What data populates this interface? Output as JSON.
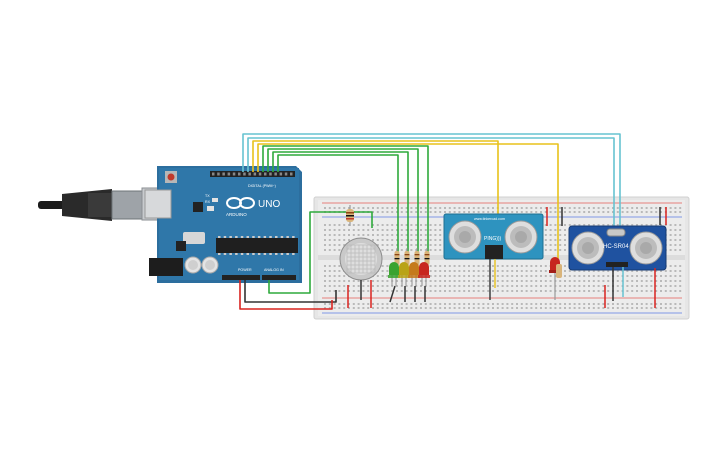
{
  "arduino": {
    "brand": "ARDUINO",
    "model": "UNO",
    "digital_label": "DIGITAL (PWM~)",
    "power_label": "POWER",
    "analog_label": "ANALOG IN",
    "tx": "TX",
    "rx": "RX"
  },
  "sensors": {
    "ping_top": "www.tinkercad.com",
    "ping_label": "PING)))",
    "hcsr04_label": "HC-SR04"
  },
  "colors": {
    "board": "#2c6e9e",
    "breadboard": "#e6e6e6",
    "wire_green": "#2eaa3c",
    "wire_yellow": "#e8c21c",
    "wire_cyan": "#67c3d1",
    "wire_red": "#d9231f",
    "wire_black": "#333333",
    "led_green": "#3aa32f",
    "led_yellow": "#b9a317",
    "led_orange": "#c57a1b",
    "led_red": "#c7261f"
  }
}
